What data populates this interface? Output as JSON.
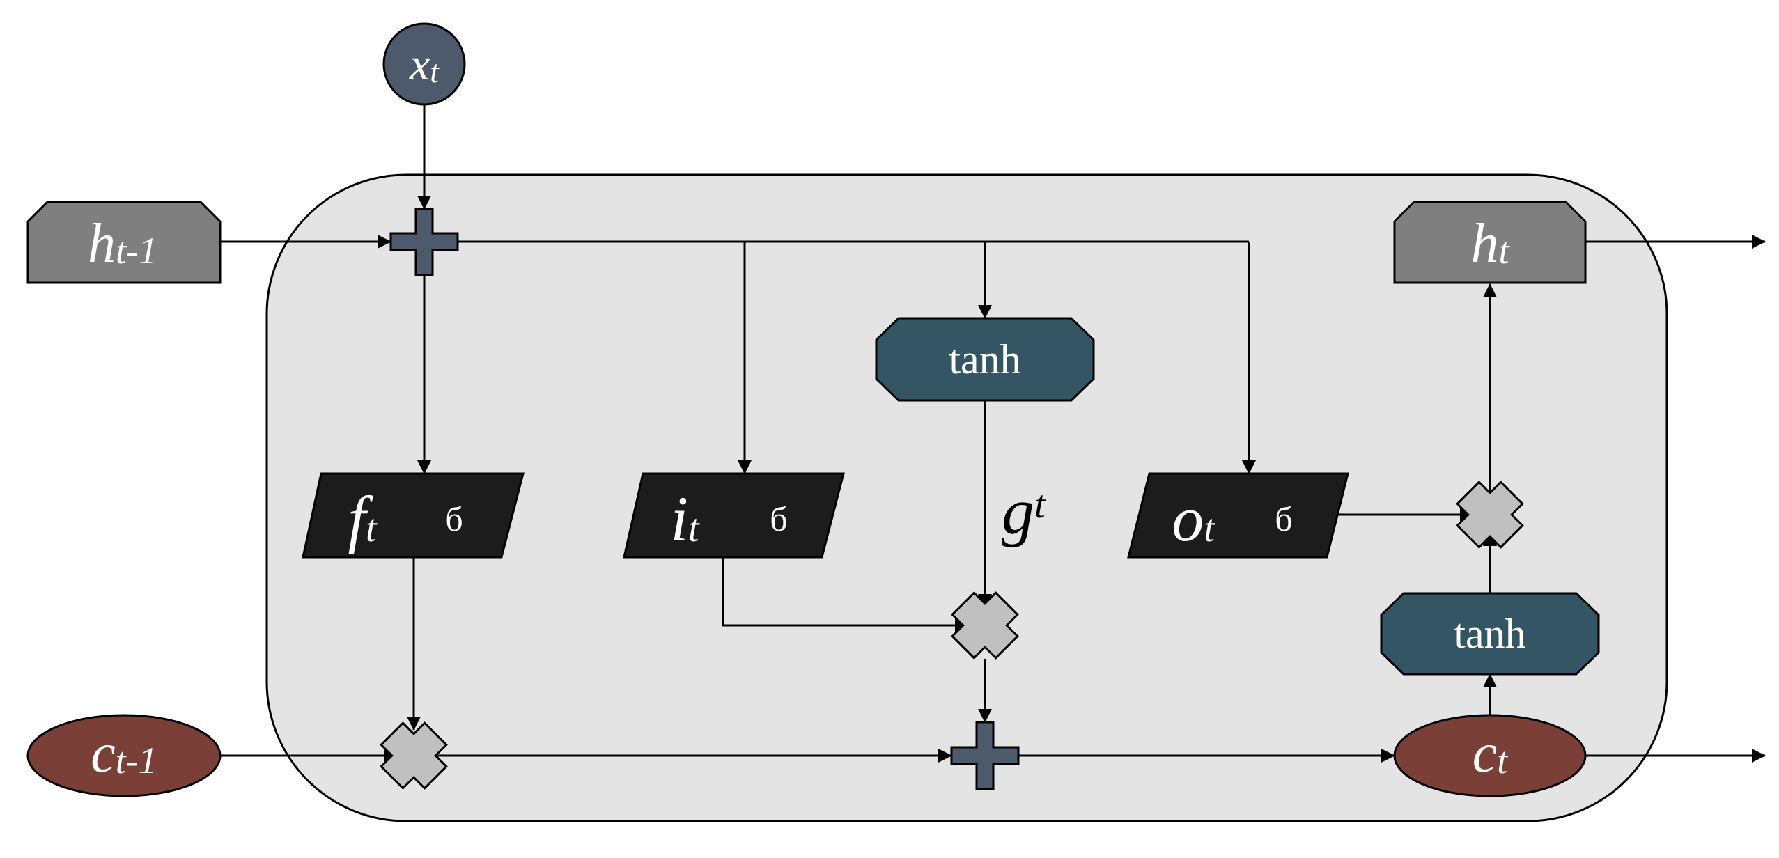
{
  "nodes": {
    "x_t": {
      "base": "x",
      "sub": "t"
    },
    "h_prev": {
      "base": "h",
      "sub": "t-1"
    },
    "c_prev": {
      "base": "c",
      "sub": "t-1"
    },
    "h_t": {
      "base": "h",
      "sub": "t"
    },
    "c_t": {
      "base": "c",
      "sub": "t"
    },
    "forget_gate": {
      "base": "f",
      "sub": "t",
      "activation": "б"
    },
    "input_gate": {
      "base": "i",
      "sub": "t",
      "activation": "б"
    },
    "output_gate": {
      "base": "o",
      "sub": "t",
      "activation": "б"
    },
    "candidate_tanh": {
      "label": "tanh"
    },
    "cell_tanh": {
      "label": "tanh"
    },
    "g_t": {
      "base": "g",
      "sub": "t"
    }
  },
  "colors": {
    "cell_background": "#e4e4e4",
    "x_node": "#4d5a6b",
    "hidden_box": "#7f7f7f",
    "cell_state": "#7a4038",
    "gate": "#1c1c1c",
    "tanh_box": "#345563",
    "plus_op": "#4d5a6b",
    "times_op": "#c0c0c0",
    "line": "#000000"
  }
}
